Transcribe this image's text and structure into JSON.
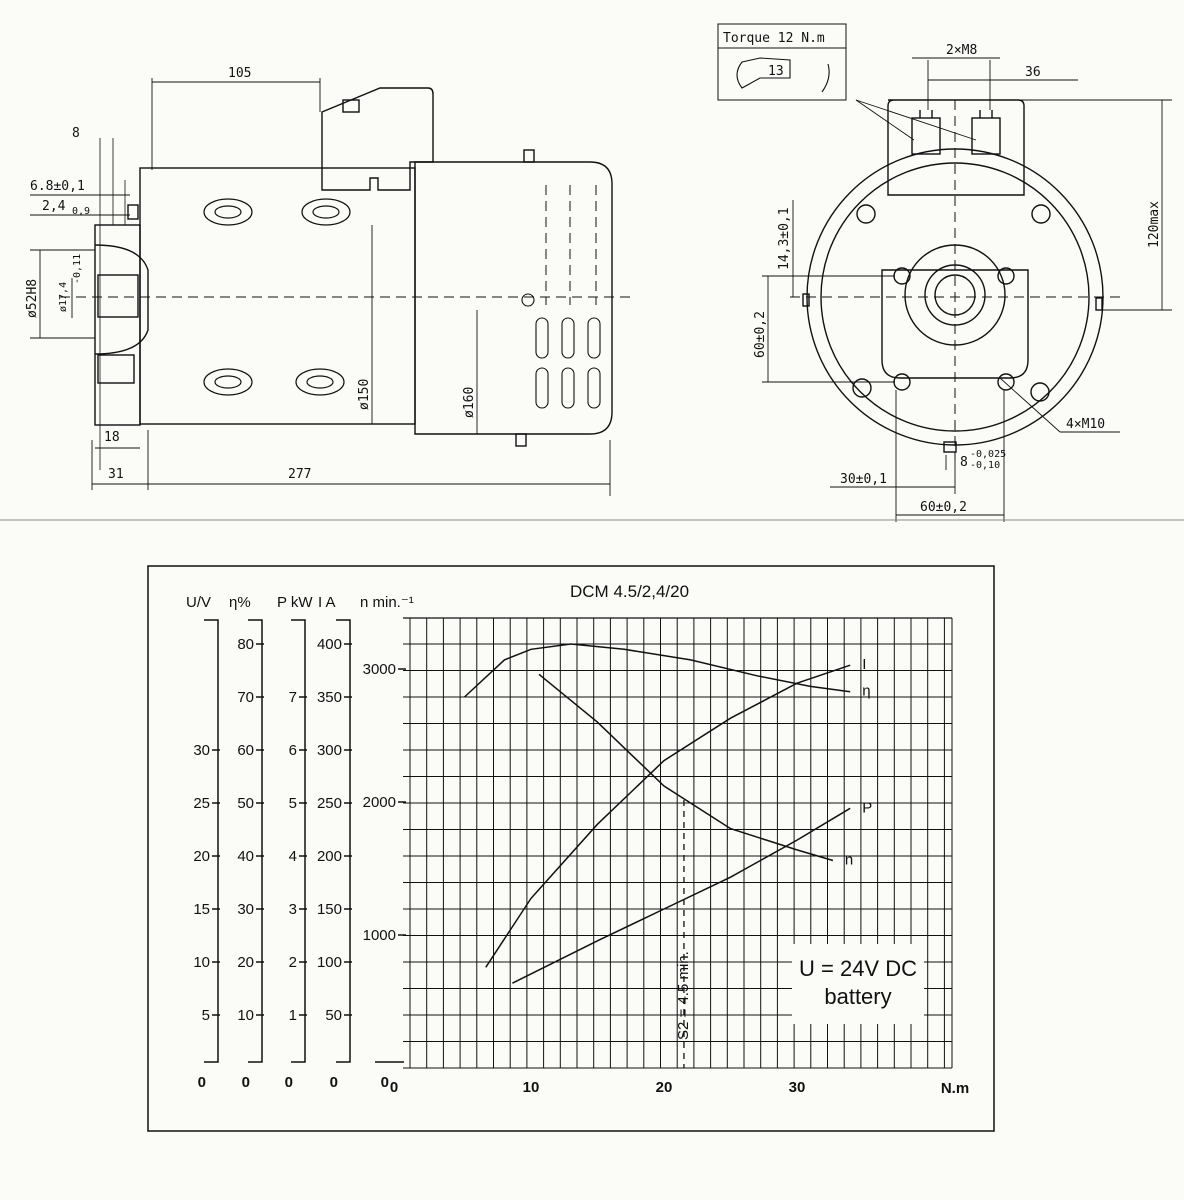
{
  "side_view": {
    "dim_105": "105",
    "dim_8": "8",
    "dim_6_8": "6.8±0,1",
    "dim_2_4": "2,4",
    "dim_2_4_tol": "0,9",
    "dim_d52": "ø52H8",
    "dim_d17": "ø17,4",
    "dim_d17_tol": "-0,11",
    "dim_d150": "ø150",
    "dim_d160": "ø160",
    "dim_18": "18",
    "dim_31": "31",
    "dim_277": "277"
  },
  "end_view": {
    "torque_label": "Torque 12 N.m",
    "wrench_size": "13",
    "dim_2xM8": "2×M8",
    "dim_36": "36",
    "dim_120max": "120max",
    "dim_14_3": "14,3±0,1",
    "dim_60_v": "60±0,2",
    "dim_4xM10": "4×M10",
    "dim_8": "8",
    "dim_8_tol_up": "-0,025",
    "dim_8_tol_dn": "-0,10",
    "dim_30": "30±0,1",
    "dim_60_h": "60±0,2"
  },
  "chart_data": {
    "type": "line",
    "title": "DCM 4.5/2,4/20",
    "xlabel": "N.m",
    "x_ticks": [
      "0",
      "10",
      "20",
      "30"
    ],
    "xlim": [
      0,
      42
    ],
    "axes": [
      {
        "label": "U/V",
        "ticks": [
          "0",
          "5",
          "10",
          "15",
          "20",
          "25",
          "30"
        ]
      },
      {
        "label": "η%",
        "ticks": [
          "0",
          "10",
          "20",
          "30",
          "40",
          "50",
          "60",
          "70",
          "80"
        ]
      },
      {
        "label": "P kW",
        "ticks": [
          "0",
          "1",
          "2",
          "3",
          "4",
          "5",
          "6",
          "7"
        ]
      },
      {
        "label": "I A",
        "ticks": [
          "0",
          "50",
          "100",
          "150",
          "200",
          "250",
          "300",
          "350",
          "400"
        ]
      },
      {
        "label": "n min.⁻¹",
        "ticks": [
          "0",
          "1000",
          "2000",
          "3000"
        ]
      }
    ],
    "series": [
      {
        "name": "η",
        "scale": "η%",
        "x": [
          5,
          8,
          10,
          13,
          17,
          22,
          27,
          31,
          34
        ],
        "y": [
          70,
          77,
          79,
          80,
          79,
          77,
          74,
          72,
          71
        ]
      },
      {
        "name": "I",
        "scale": "I A",
        "x": [
          6.6,
          10,
          15,
          20,
          25,
          30,
          34
        ],
        "y": [
          95,
          160,
          230,
          290,
          330,
          363,
          380
        ]
      },
      {
        "name": "P",
        "scale": "P kW",
        "x": [
          8.6,
          15,
          20,
          25,
          30,
          34
        ],
        "y": [
          1.6,
          2.4,
          3,
          3.6,
          4.3,
          4.9
        ]
      },
      {
        "name": "n",
        "scale": "n min.⁻¹",
        "x": [
          10.6,
          15,
          20,
          25,
          30,
          32.7
        ],
        "y": [
          2960,
          2600,
          2120,
          1800,
          1640,
          1560
        ]
      }
    ],
    "marker": {
      "x": 21.5,
      "label": "S2 = 4.5 min."
    },
    "note": {
      "line1": "U = 24V DC",
      "line2": "battery"
    }
  }
}
